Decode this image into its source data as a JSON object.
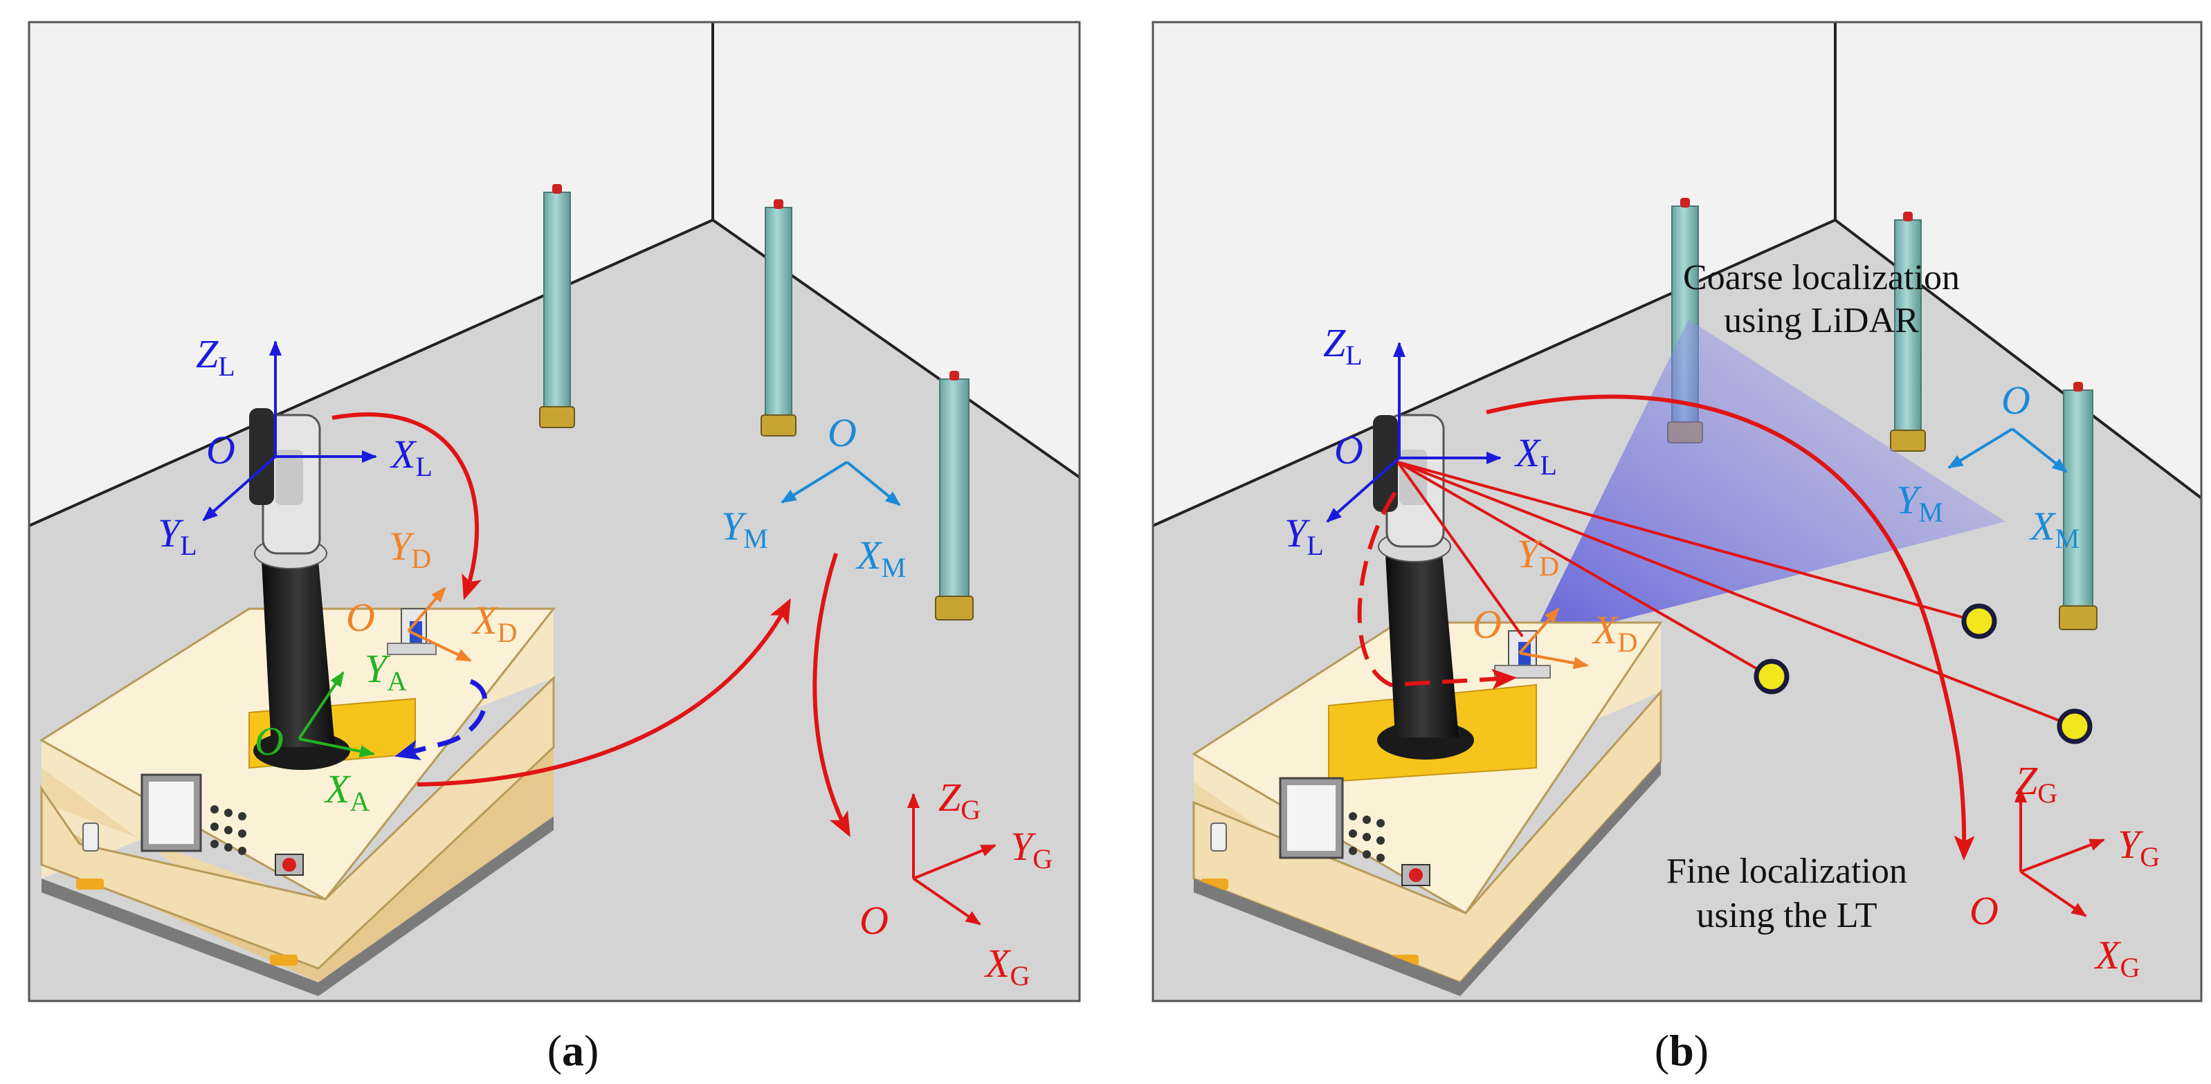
{
  "colors": {
    "lidar_frame": "#1a1adc",
    "map_frame": "#1a8ad8",
    "sensor_frame": "#f0822a",
    "agv_frame": "#22b322",
    "global_frame": "#e01414",
    "arrow": "#e01414",
    "loop": "#1a1adc",
    "floor": "#d4d4d4",
    "wall": "#f2f2f2",
    "pillar": "#8cc4c0",
    "target": "#f2e61c",
    "cone": "#6a6ae8"
  },
  "icons": [
    "laser-tracker-icon",
    "agv-platform-icon",
    "pillar-icon",
    "target-icon",
    "sensor-icon"
  ],
  "panel_a": {
    "caption_open": "(",
    "caption_letter": "a",
    "caption_close": ")",
    "frames": {
      "lidar": {
        "origin": "O",
        "x": "X",
        "x_sub": "L",
        "y": "Y",
        "y_sub": "L",
        "z": "Z",
        "z_sub": "L"
      },
      "map": {
        "origin": "O",
        "x": "X",
        "x_sub": "M",
        "y": "Y",
        "y_sub": "M"
      },
      "sensor": {
        "origin": "O",
        "x": "X",
        "x_sub": "D",
        "y": "Y",
        "y_sub": "D"
      },
      "agv": {
        "origin": "O",
        "x": "X",
        "x_sub": "A",
        "y": "Y",
        "y_sub": "A"
      },
      "global": {
        "origin": "O",
        "x": "X",
        "x_sub": "G",
        "y": "Y",
        "y_sub": "G",
        "z": "Z",
        "z_sub": "G"
      }
    }
  },
  "panel_b": {
    "caption_open": "(",
    "caption_letter": "b",
    "caption_close": ")",
    "coarse_line1": "Coarse localization",
    "coarse_line2": "using LiDAR",
    "fine_line1": "Fine localization",
    "fine_line2": "using the LT",
    "frames": {
      "lidar": {
        "origin": "O",
        "x": "X",
        "x_sub": "L",
        "y": "Y",
        "y_sub": "L",
        "z": "Z",
        "z_sub": "L"
      },
      "map": {
        "origin": "O",
        "x": "X",
        "x_sub": "M",
        "y": "Y",
        "y_sub": "M"
      },
      "sensor": {
        "origin": "O",
        "x": "X",
        "x_sub": "D",
        "y": "Y",
        "y_sub": "D"
      },
      "global": {
        "origin": "O",
        "x": "X",
        "x_sub": "G",
        "y": "Y",
        "y_sub": "G",
        "z": "Z",
        "z_sub": "G"
      }
    }
  }
}
